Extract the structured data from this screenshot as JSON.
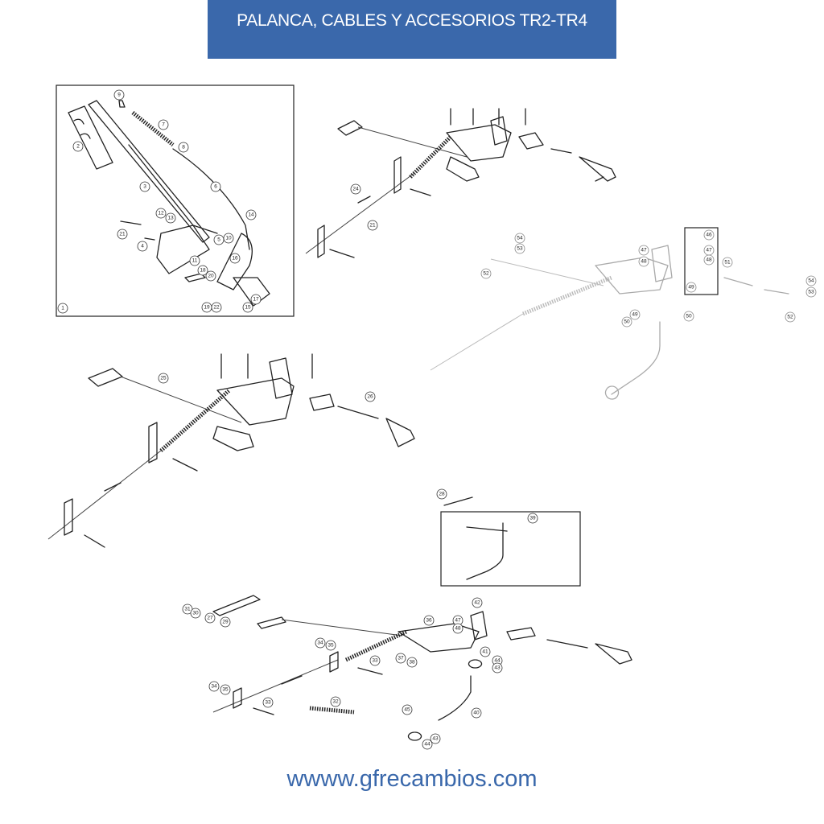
{
  "header": {
    "title": "PALANCA, CABLES Y ACCESORIOS TR2-TR4"
  },
  "footer": {
    "website": "wwww.gfrecambios.com"
  },
  "colors": {
    "brand": "#3a68ab"
  },
  "callouts": {
    "lever_box": [
      "9",
      "7",
      "8",
      "2",
      "3",
      "6",
      "14",
      "12",
      "13",
      "21",
      "4",
      "5",
      "10",
      "11",
      "16",
      "18",
      "20",
      "19",
      "22",
      "17",
      "15",
      "1"
    ],
    "top_assembly": [
      "24",
      "21"
    ],
    "faint_assembly": [
      "54",
      "53",
      "52",
      "47",
      "48",
      "46",
      "47",
      "48",
      "49",
      "51",
      "54",
      "53",
      "52",
      "49",
      "50",
      "50"
    ],
    "middle_assembly": [
      "25",
      "26"
    ],
    "inset_box": [
      "28",
      "39"
    ],
    "bottom_assembly": [
      "31",
      "30",
      "27",
      "29",
      "34",
      "35",
      "36",
      "47",
      "48",
      "42",
      "41",
      "44",
      "43",
      "33",
      "37",
      "38",
      "34",
      "35",
      "33",
      "32",
      "45",
      "40",
      "43",
      "44"
    ]
  }
}
